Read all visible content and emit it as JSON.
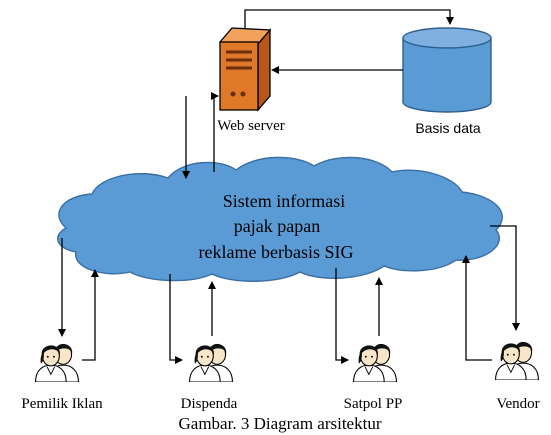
{
  "diagram": {
    "server_label": "Web server",
    "database_label": "Basis data",
    "cloud_lines": [
      "Sistem informasi",
      "pajak papan",
      "reklame berbasis SIG"
    ],
    "users": [
      {
        "label": "Pemilik Iklan"
      },
      {
        "label": "Dispenda"
      },
      {
        "label": "Satpol PP"
      },
      {
        "label": "Vendor"
      }
    ],
    "caption": "Gambar. 3 Diagram arsitektur"
  },
  "colors": {
    "cloud_fill": "#5b9bd5",
    "cloud_stroke": "#3a6ea5",
    "server_orange": "#e0782a",
    "database_fill": "#5b9bd5",
    "line": "#000000"
  },
  "icons": [
    "web-server-icon",
    "database-icon",
    "cloud-shape",
    "user-pair-icon"
  ]
}
